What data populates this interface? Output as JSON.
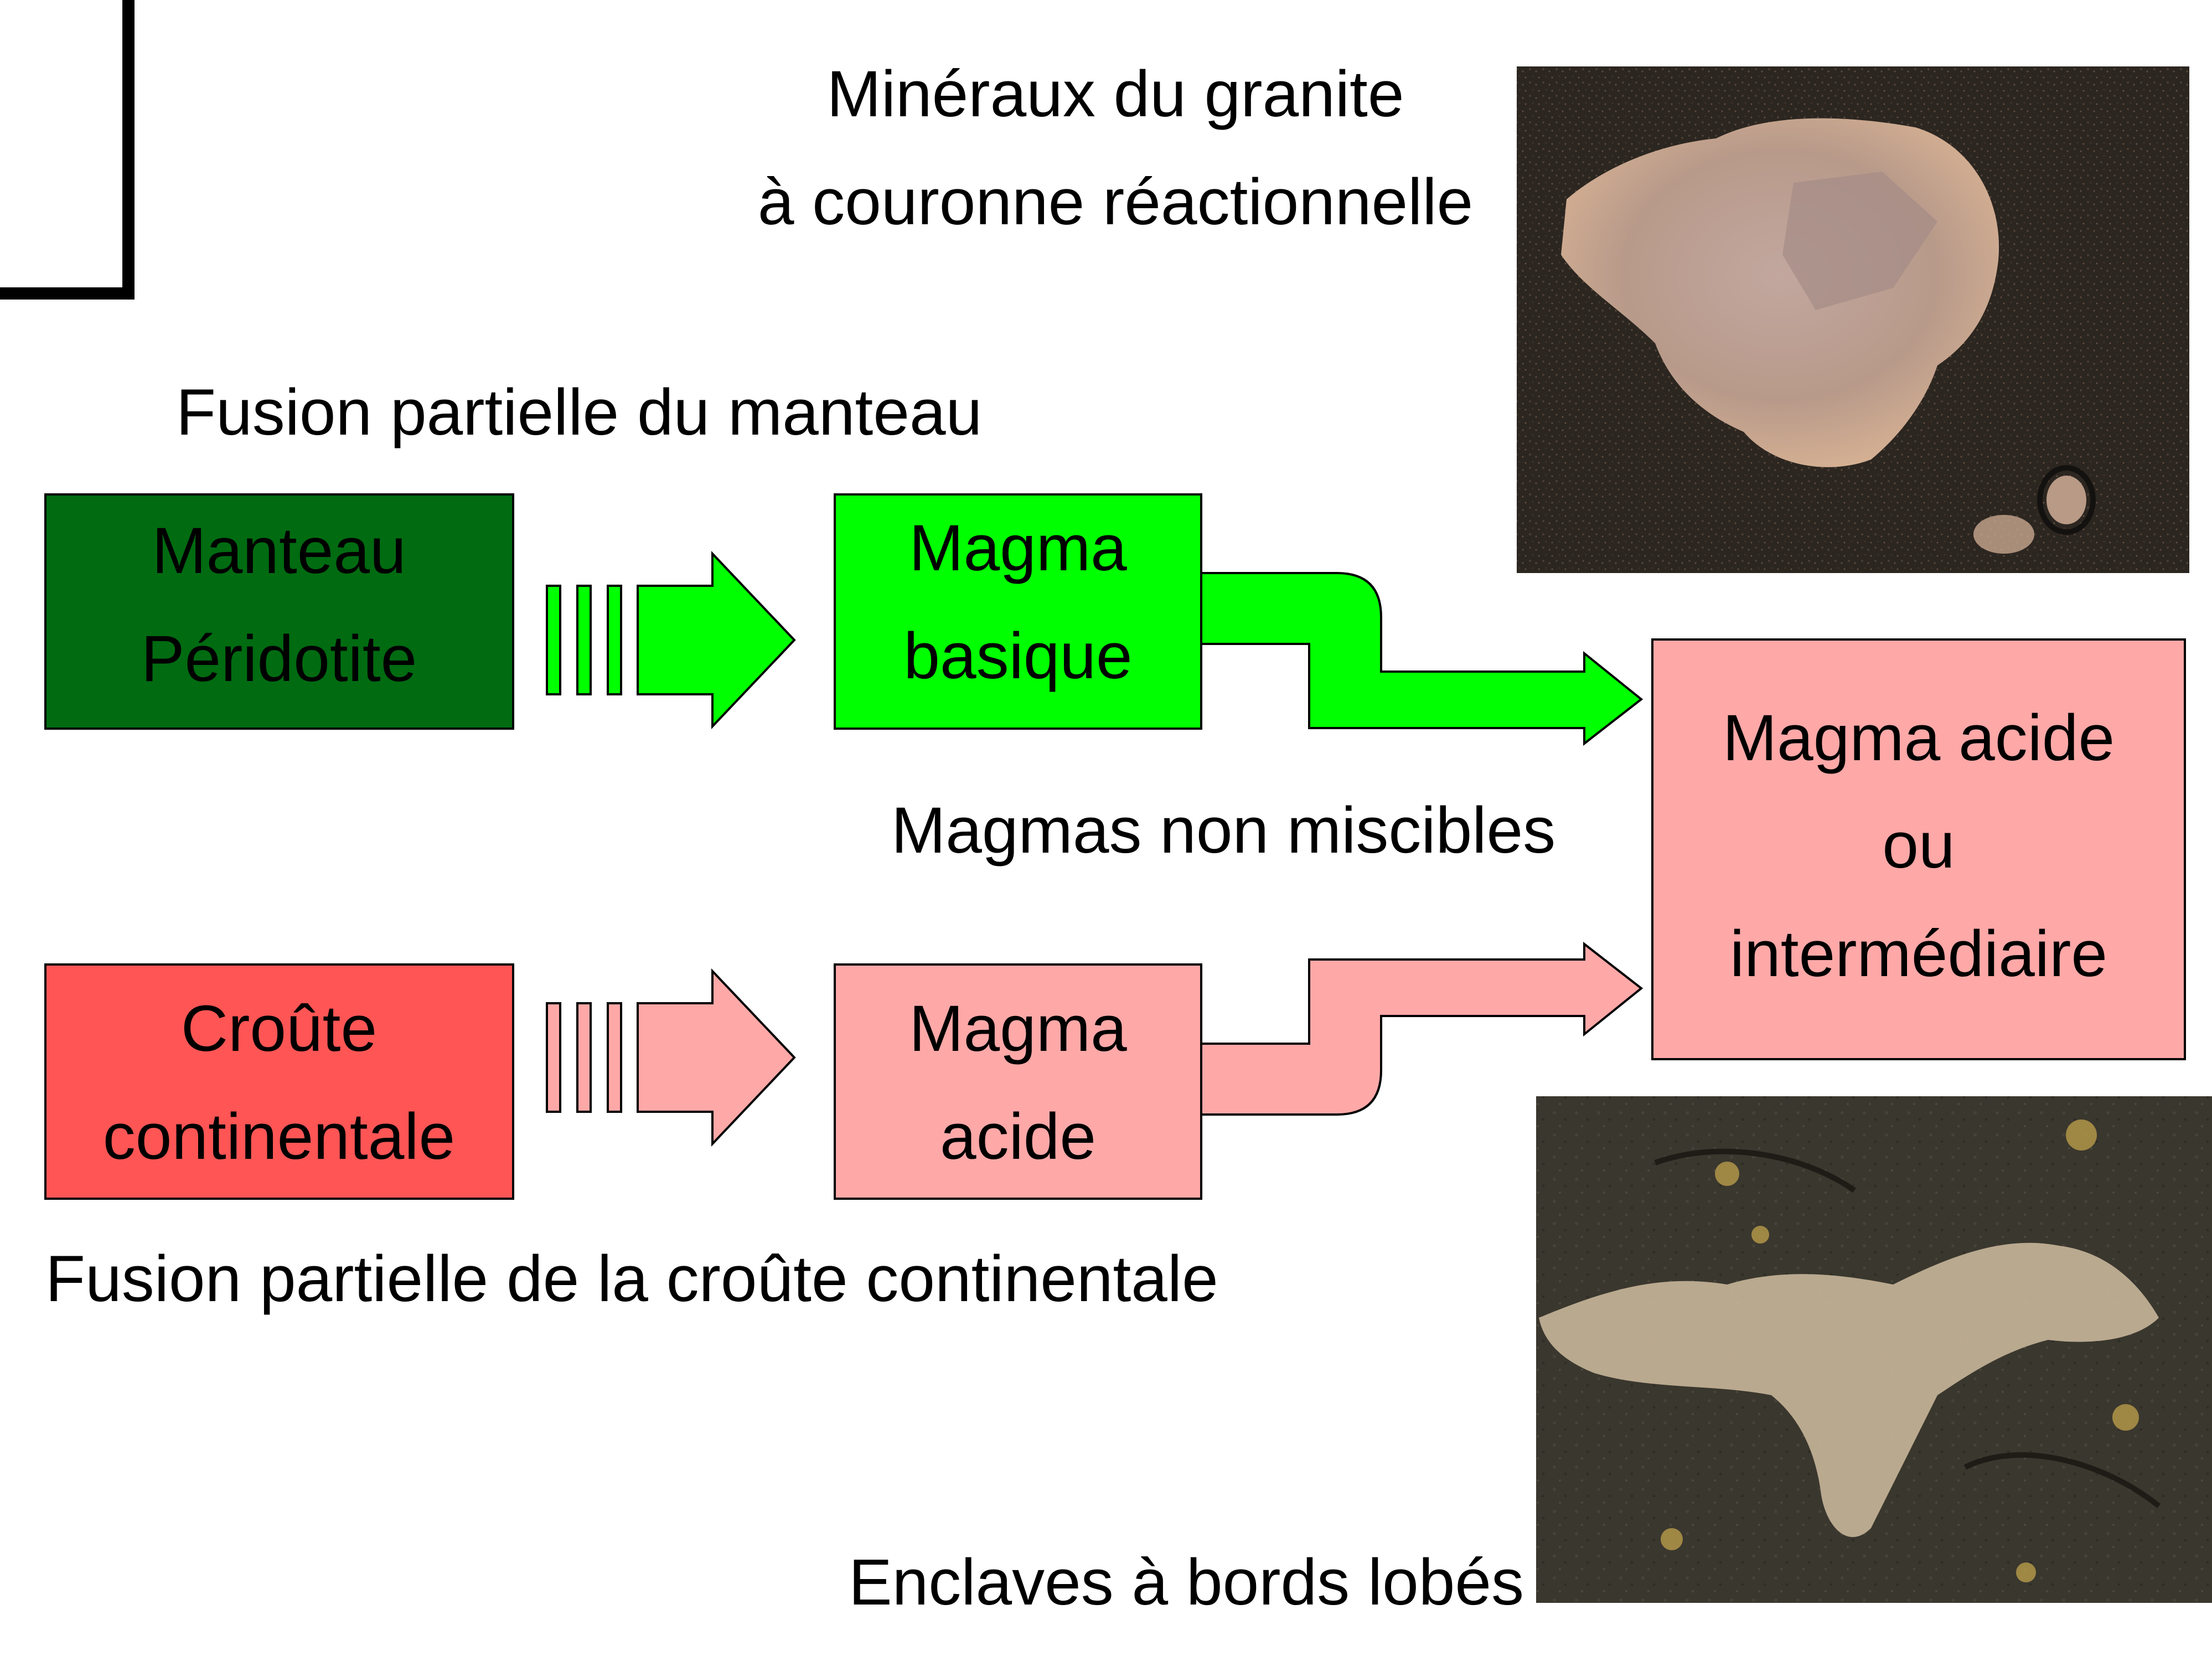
{
  "captions": {
    "minerals_line1": "Minéraux du granite",
    "minerals_line2": "à couronne réactionnelle",
    "mantle_fusion": "Fusion partielle du manteau",
    "non_miscible": "Magmas non miscibles",
    "crust_fusion": "Fusion partielle de la croûte continentale",
    "enclaves": "Enclaves à bords lobés"
  },
  "boxes": {
    "mantle": {
      "line1": "Manteau",
      "line2": "Péridotite",
      "color": "#006b11"
    },
    "basic_magma": {
      "line1": "Magma",
      "line2": "basique",
      "color": "#00ff00"
    },
    "crust": {
      "line1": "Croûte",
      "line2": "continentale",
      "color": "#ff5555"
    },
    "acid_magma": {
      "line1": "Magma",
      "line2": "acide",
      "color": "#ffa8a8"
    },
    "mixed_magma": {
      "line1": "Magma acide",
      "line2": "ou",
      "line3": "intermédiaire",
      "color": "#ffa8a8"
    }
  },
  "colors": {
    "green_arrow": "#00ff00",
    "pink_arrow": "#ffa8a8",
    "outline": "#000000"
  },
  "photos": {
    "granite_crystal": "photo",
    "lobed_enclaves": "photo"
  }
}
